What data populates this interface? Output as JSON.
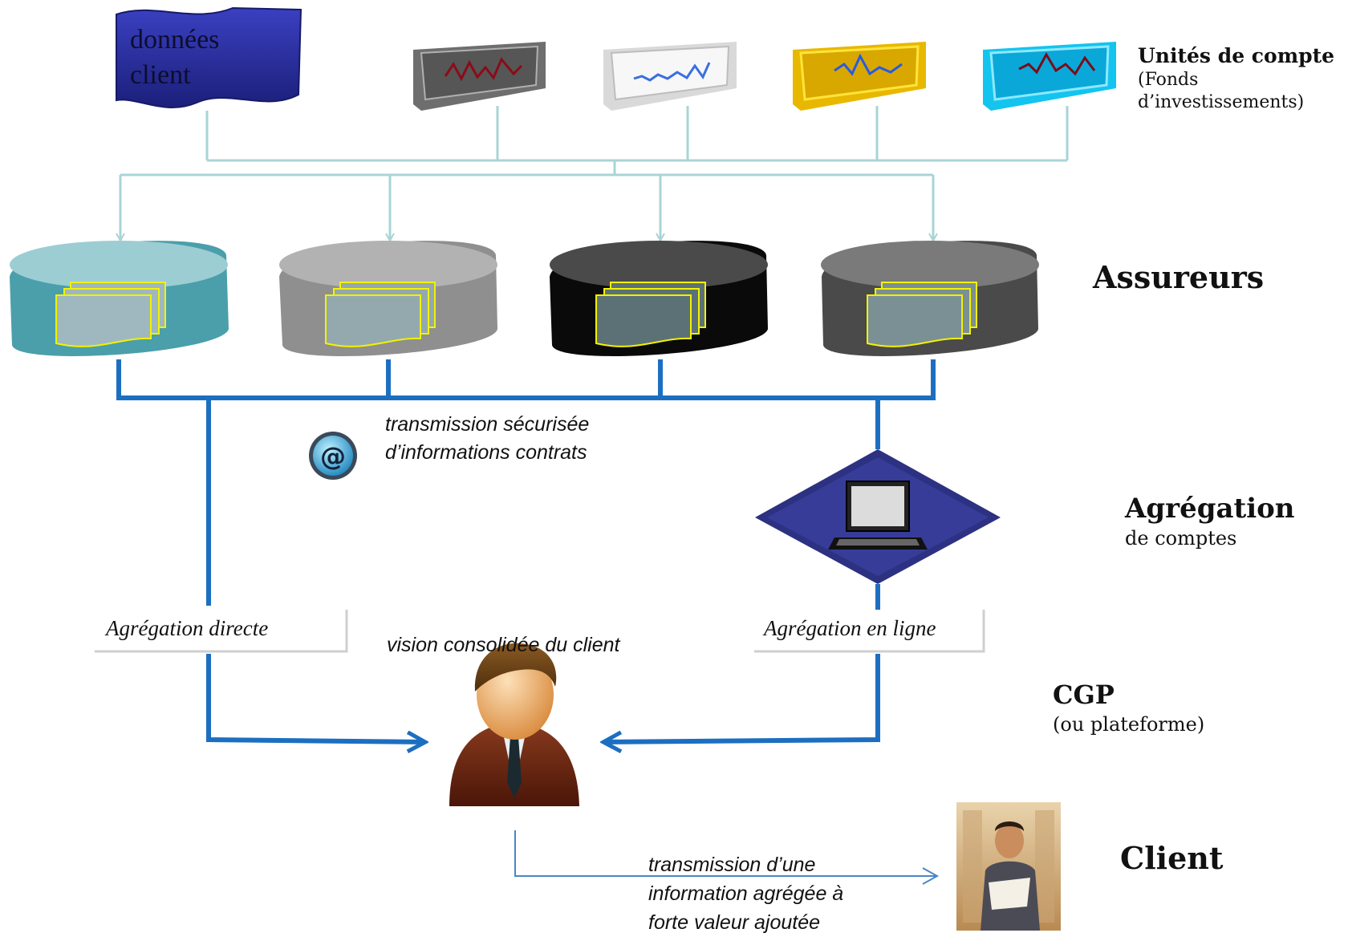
{
  "client_data": {
    "label_line1": "données",
    "label_line2": "client"
  },
  "fund_units": {
    "title": "Unités de compte",
    "subtitle_line1": "(Fonds",
    "subtitle_line2": "d’investissements)"
  },
  "insurers": {
    "title": "Assureurs"
  },
  "transmission": {
    "line1": "transmission sécurisée",
    "line2": "d’informations contrats"
  },
  "aggregation": {
    "title": "Agrégation",
    "subtitle": "de comptes",
    "direct_label": "Agrégation directe",
    "online_label": "Agrégation en ligne"
  },
  "consolidated_view": "vision consolidée du client",
  "cgp": {
    "title": "CGP",
    "subtitle": "(ou plateforme)"
  },
  "client": {
    "title": "Client",
    "note_line1": "transmission d’une",
    "note_line2": "information agrégée à",
    "note_line3": "forte valeur ajoutée"
  },
  "colors": {
    "thin_connector": "#a9d4d6",
    "thick_connector": "#1c6fc0",
    "client_data_shape": "#252a9c",
    "insurer_teal": "#4a9fab",
    "insurer_gray": "#8f8f8f",
    "insurer_black": "#0a0a0a",
    "insurer_dark": "#4a4a4a",
    "fund_gray": "#6e6e6e",
    "fund_white": "#f2f2f2",
    "fund_yellow": "#f3d000",
    "fund_cyan": "#13c4ef",
    "diamond": "#2c3182"
  }
}
